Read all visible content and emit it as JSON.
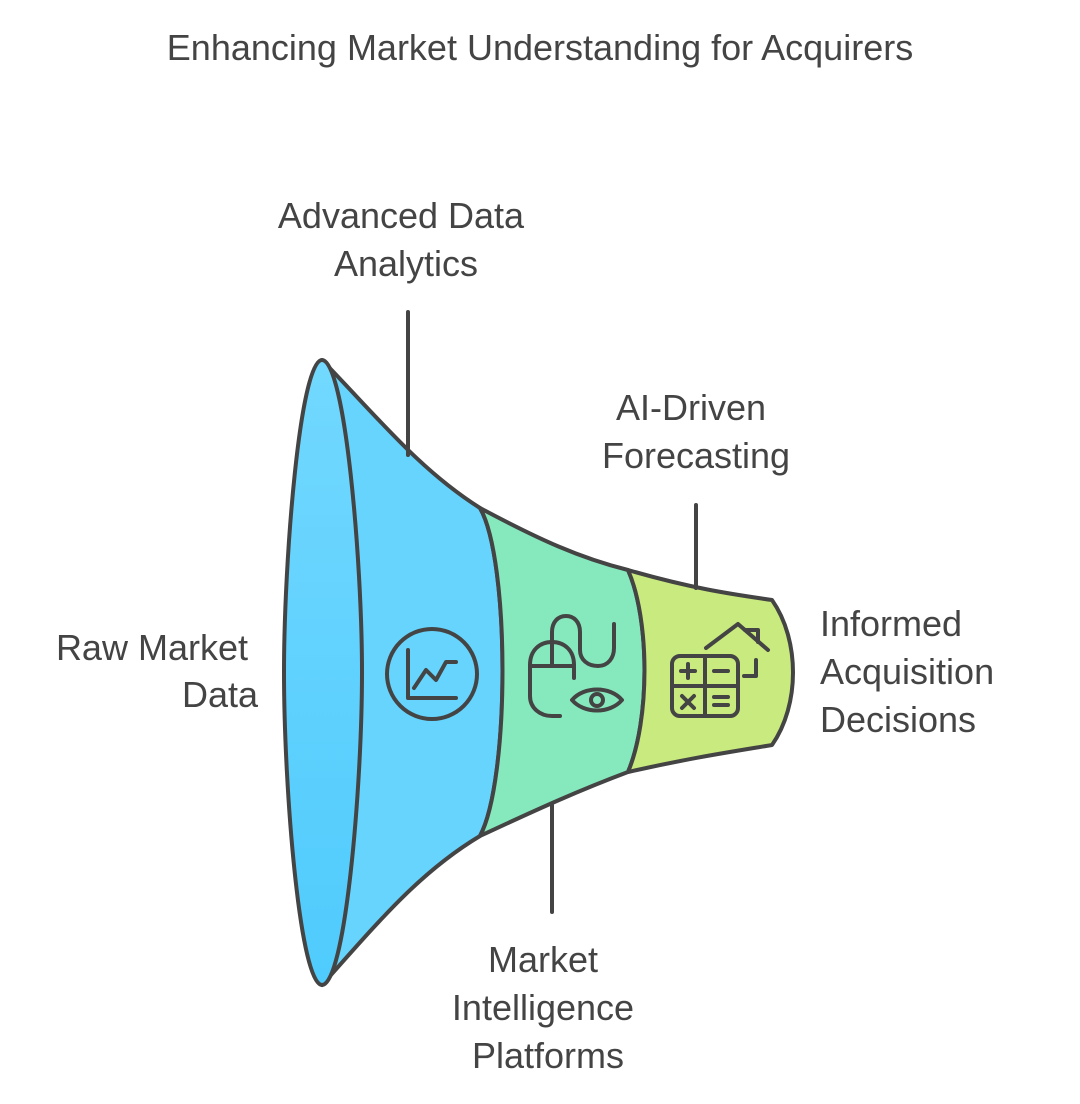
{
  "title": "Enhancing Market Understanding for Acquirers",
  "stages": [
    {
      "id": "raw",
      "lines": [
        "Raw Market",
        "Data"
      ],
      "color": "#5CCFFC",
      "icon": "none"
    },
    {
      "id": "analytics",
      "lines": [
        "Advanced Data",
        "Analytics"
      ],
      "color": "#66D4FD",
      "icon": "line-chart-icon"
    },
    {
      "id": "intelligence",
      "lines": [
        "Market",
        "Intelligence",
        "Platforms"
      ],
      "color": "#86E8BD",
      "icon": "mouse-eye-icon"
    },
    {
      "id": "forecasting",
      "lines": [
        "AI-Driven",
        "Forecasting"
      ],
      "color": "#C9EA7E",
      "icon": "calculator-house-icon"
    },
    {
      "id": "decisions",
      "lines": [
        "Informed",
        "Acquisition",
        "Decisions"
      ],
      "color": "#C9EA7E",
      "icon": "none"
    }
  ]
}
